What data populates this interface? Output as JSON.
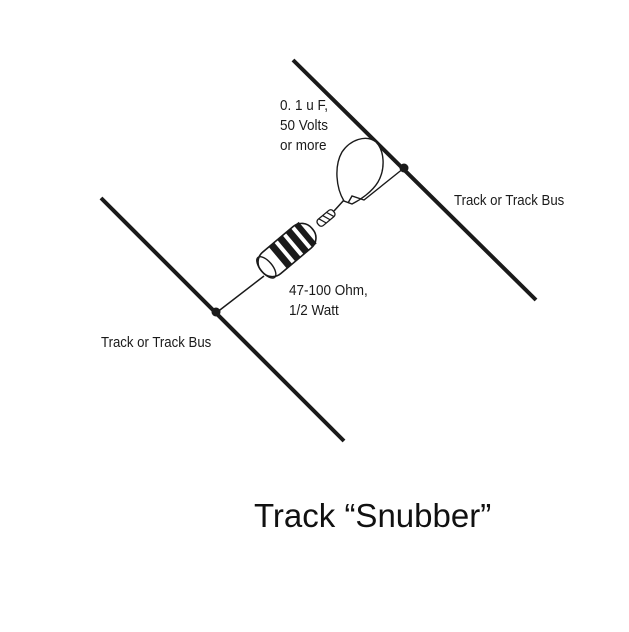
{
  "title": "Track “Snubber”",
  "labels": {
    "track_right": "Track or Track Bus",
    "track_left": "Track or Track Bus",
    "capacitor_line1": "0. 1 u F,",
    "capacitor_line2": "50 Volts",
    "capacitor_line3": "or more",
    "resistor_line1": "47-100 Ohm,",
    "resistor_line2": "1/2 Watt"
  },
  "colors": {
    "line": "#1a1a1a",
    "background": "#ffffff"
  }
}
